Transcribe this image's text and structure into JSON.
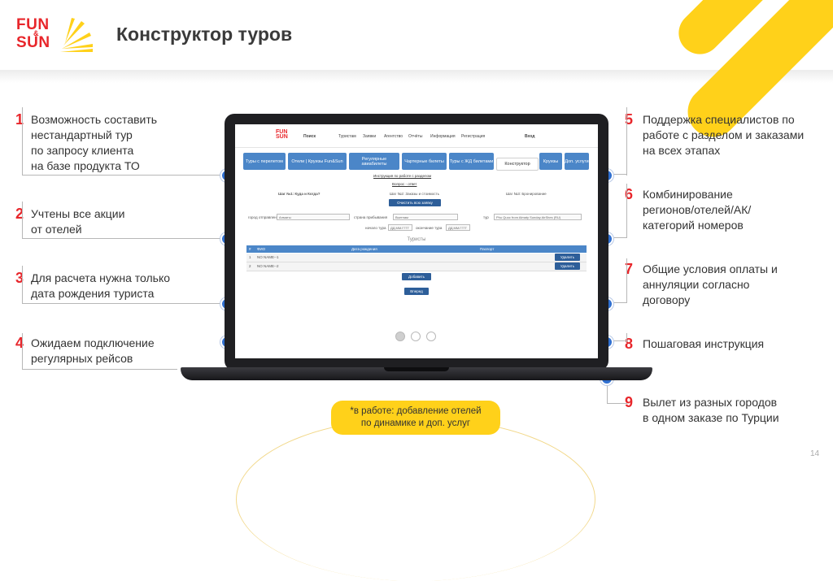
{
  "header": {
    "title": "Конструктор туров",
    "logo_line1": "FUN",
    "logo_amp": "&",
    "logo_line2": "SUN"
  },
  "features_left": [
    {
      "num": "1",
      "text": "Возможность составить\nнестандартный тур\nпо запросу клиента\nна базе продукта ТО"
    },
    {
      "num": "2",
      "text": "Учтены все акции\nот отелей"
    },
    {
      "num": "3",
      "text": "Для расчета нужна только\nдата рождения туриста"
    },
    {
      "num": "4",
      "text": "Ожидаем подключение\nрегулярных рейсов"
    }
  ],
  "features_right": [
    {
      "num": "5",
      "text": "Поддержка специалистов по\nработе с разделом и заказами\nна всех этапах"
    },
    {
      "num": "6",
      "text": "Комбинирование\nрегионов/отелей/АК/\nкатегорий номеров"
    },
    {
      "num": "7",
      "text": "Общие условия оплаты и\nаннуляции согласно\nдоговору"
    },
    {
      "num": "8",
      "text": "Пошаговая инструкция"
    },
    {
      "num": "9",
      "text": "Вылет из разных городов\nв одном заказе по Турции"
    }
  ],
  "screen": {
    "logo": "FUN SUN",
    "menu": [
      "Поиск",
      "Туристам",
      "Заявки",
      "Агентство",
      "Отчёты",
      "Информация",
      "Регистрация",
      "Вход"
    ],
    "tabs": [
      {
        "label": "Туры с перелетом",
        "active": false
      },
      {
        "label": "Отели | Круизы Fun&Sun",
        "active": false
      },
      {
        "label": "Регулярные авиабилеты",
        "active": false
      },
      {
        "label": "Чартерные билеты",
        "active": false
      },
      {
        "label": "Туры с ЖД билетами",
        "active": false
      },
      {
        "label": "Конструктор",
        "active": true
      },
      {
        "label": "Круизы",
        "active": false
      },
      {
        "label": "Доп. услуги",
        "active": false
      }
    ],
    "instruction_link": "Инструкция по работе с разделом",
    "faq_link": "Вопрос - ответ",
    "step1": "Шаг №1: Куда и Когда?",
    "step2": "Шаг №2: Заказы и стоимость",
    "step3": "Шаг №3: Бронирование",
    "clear_button": "Очистить всю заявку",
    "departure_city_label": "город отправления",
    "departure_city_value": "Алматы",
    "arrival_country_label": "страна прибывания",
    "arrival_country_value": "Вьетнам",
    "tour_label": "тур",
    "tour_value": "Phu Quoc from Almaty Sunday AirShes (RU)",
    "start_label": "начало тура",
    "start_value": "ДД.ММ.ГГГГ",
    "end_label": "окончание тура",
    "end_value": "ДД.ММ.ГГГГ",
    "tourists_title": "Туристы",
    "table_headers": [
      "#",
      "ФИО",
      "Дата рождения",
      "Паспорт"
    ],
    "rows": [
      {
        "num": "1",
        "name": "NO NAME--1",
        "action": "Удалить"
      },
      {
        "num": "2",
        "name": "NO NAME--2",
        "action": "Удалить"
      }
    ],
    "add_button": "Добавить",
    "next_button": "Вперед"
  },
  "note": "*в работе: добавление отелей\nпо динамике и доп. услуг",
  "page_number": "14",
  "colors": {
    "accent": "#e8262b",
    "yellow": "#ffd11a",
    "blue": "#2f6fd0"
  }
}
